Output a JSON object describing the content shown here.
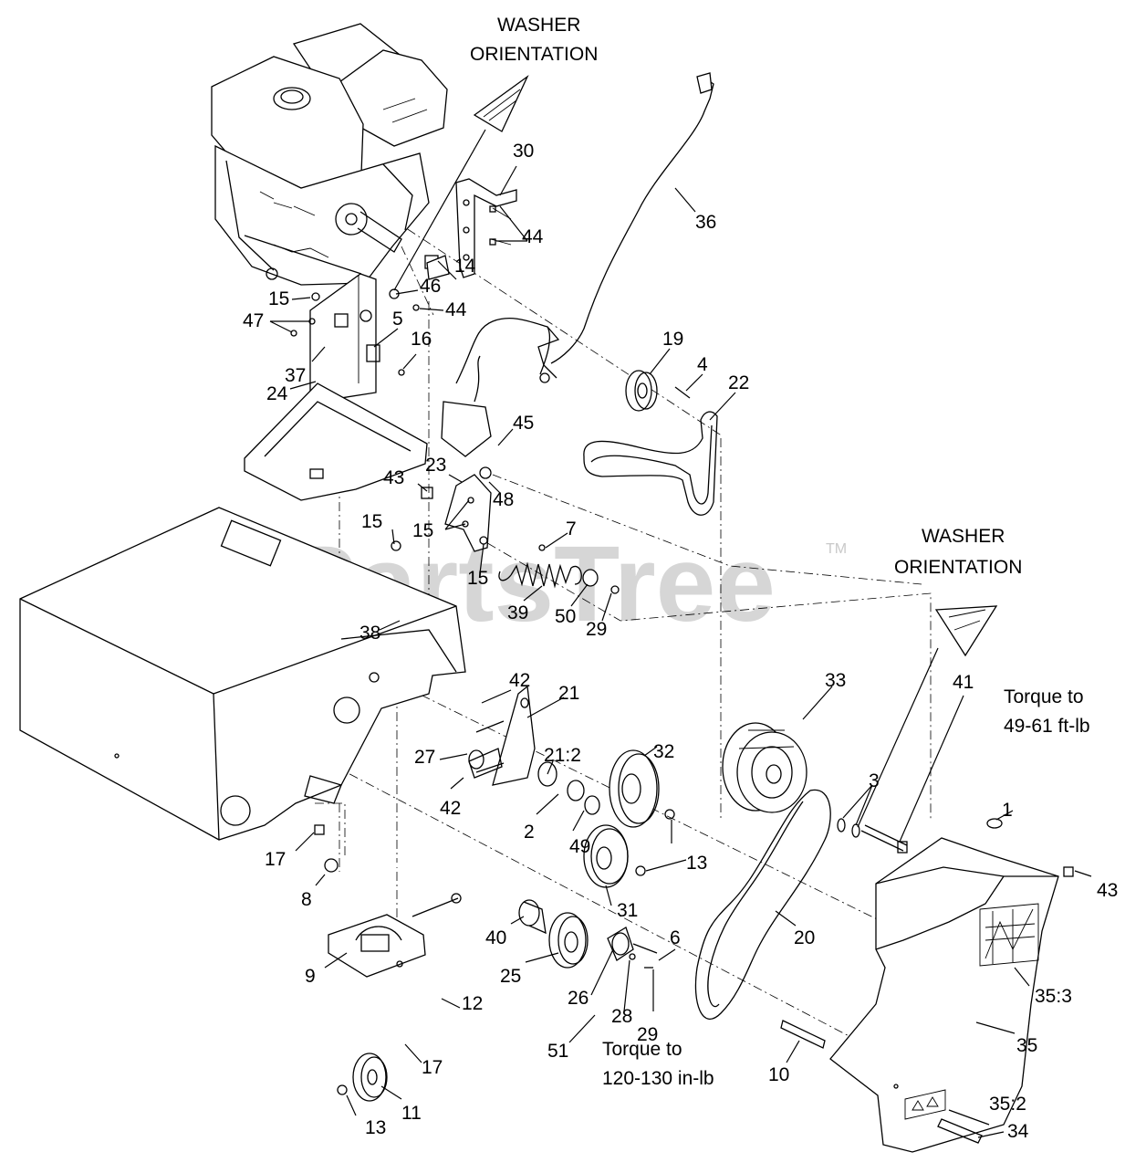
{
  "watermark": {
    "text": "PartsTree",
    "mark": "TM"
  },
  "notes": {
    "washer_orientation_top_1": "WASHER",
    "washer_orientation_top_2": "ORIENTATION",
    "washer_orientation_right_1": "WASHER",
    "washer_orientation_right_2": "ORIENTATION",
    "torque_clutch_1": "Torque to",
    "torque_clutch_2": "49-61 ft-lb",
    "torque_hub_1": "Torque to",
    "torque_hub_2": "120-130 in-lb"
  },
  "callouts": [
    {
      "id": "c30",
      "label": "30"
    },
    {
      "id": "c44a",
      "label": "44"
    },
    {
      "id": "c36",
      "label": "36"
    },
    {
      "id": "c15a",
      "label": "15"
    },
    {
      "id": "c46",
      "label": "46"
    },
    {
      "id": "c44b",
      "label": "44"
    },
    {
      "id": "c47",
      "label": "47"
    },
    {
      "id": "c5",
      "label": "5"
    },
    {
      "id": "c16",
      "label": "16"
    },
    {
      "id": "c14",
      "label": "14"
    },
    {
      "id": "c37",
      "label": "37"
    },
    {
      "id": "c24",
      "label": "24"
    },
    {
      "id": "c19",
      "label": "19"
    },
    {
      "id": "c4",
      "label": "4"
    },
    {
      "id": "c22",
      "label": "22"
    },
    {
      "id": "c45",
      "label": "45"
    },
    {
      "id": "c43a",
      "label": "43"
    },
    {
      "id": "c23",
      "label": "23"
    },
    {
      "id": "c48",
      "label": "48"
    },
    {
      "id": "c15b",
      "label": "15"
    },
    {
      "id": "c15c",
      "label": "15"
    },
    {
      "id": "c7",
      "label": "7"
    },
    {
      "id": "c15d",
      "label": "15"
    },
    {
      "id": "c39",
      "label": "39"
    },
    {
      "id": "c50",
      "label": "50"
    },
    {
      "id": "c29a",
      "label": "29"
    },
    {
      "id": "c38",
      "label": "38"
    },
    {
      "id": "c42a",
      "label": "42"
    },
    {
      "id": "c21",
      "label": "21"
    },
    {
      "id": "c33",
      "label": "33"
    },
    {
      "id": "c41",
      "label": "41"
    },
    {
      "id": "c32",
      "label": "32"
    },
    {
      "id": "c27",
      "label": "27"
    },
    {
      "id": "c212",
      "label": "21:2"
    },
    {
      "id": "c3",
      "label": "3"
    },
    {
      "id": "c42b",
      "label": "42"
    },
    {
      "id": "c2",
      "label": "2"
    },
    {
      "id": "c49",
      "label": "49"
    },
    {
      "id": "c1",
      "label": "1"
    },
    {
      "id": "c13a",
      "label": "13"
    },
    {
      "id": "c43b",
      "label": "43"
    },
    {
      "id": "c17a",
      "label": "17"
    },
    {
      "id": "c8",
      "label": "8"
    },
    {
      "id": "c31",
      "label": "31"
    },
    {
      "id": "c20",
      "label": "20"
    },
    {
      "id": "c40",
      "label": "40"
    },
    {
      "id": "c6",
      "label": "6"
    },
    {
      "id": "c25",
      "label": "25"
    },
    {
      "id": "c353",
      "label": "35:3"
    },
    {
      "id": "c12",
      "label": "12"
    },
    {
      "id": "c26",
      "label": "26"
    },
    {
      "id": "c28",
      "label": "28"
    },
    {
      "id": "c29b",
      "label": "29"
    },
    {
      "id": "c35",
      "label": "35"
    },
    {
      "id": "c9",
      "label": "9"
    },
    {
      "id": "c17b",
      "label": "17"
    },
    {
      "id": "c51",
      "label": "51"
    },
    {
      "id": "c10",
      "label": "10"
    },
    {
      "id": "c352",
      "label": "35:2"
    },
    {
      "id": "c11",
      "label": "11"
    },
    {
      "id": "c13b",
      "label": "13"
    },
    {
      "id": "c34",
      "label": "34"
    }
  ]
}
